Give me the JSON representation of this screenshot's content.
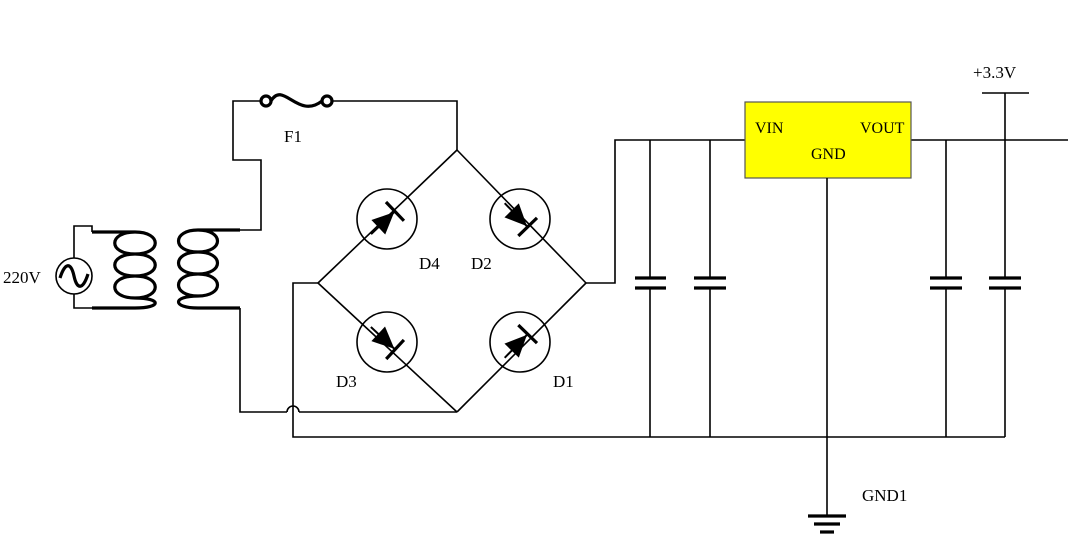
{
  "source": {
    "label": "220V",
    "icon": "ac-source-icon"
  },
  "fuse": {
    "label": "F1",
    "icon": "fuse-icon"
  },
  "transformer": {
    "icon": "transformer-icon"
  },
  "diodes": [
    {
      "id": "d4",
      "label": "D4",
      "icon": "diode-icon"
    },
    {
      "id": "d2",
      "label": "D2",
      "icon": "diode-icon"
    },
    {
      "id": "d3",
      "label": "D3",
      "icon": "diode-icon"
    },
    {
      "id": "d1",
      "label": "D1",
      "icon": "diode-icon"
    }
  ],
  "capacitors": {
    "count": 4,
    "icon": "capacitor-icon"
  },
  "regulator": {
    "vin_label": "VIN",
    "vout_label": "VOUT",
    "gnd_label": "GND",
    "fill_color": "#ffff00",
    "border_color": "#555555"
  },
  "output": {
    "label": "+3.3V"
  },
  "ground": {
    "label": "GND1",
    "icon": "ground-icon"
  },
  "colors": {
    "wire": "#000000",
    "background": "#ffffff"
  }
}
